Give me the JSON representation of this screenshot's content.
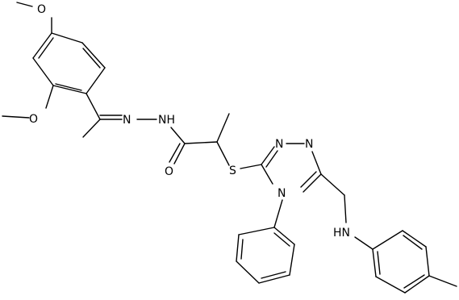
{
  "molecule": {
    "atom_labels": {
      "o_methoxy_top": "O",
      "o_methoxy_mid": "O",
      "n_hydrazone": "N",
      "nh_amide": "NH",
      "o_carbonyl": "O",
      "s_thioether": "S",
      "n_triazole_1": "N",
      "n_triazole_2": "N",
      "n_triazole_4": "N",
      "nh_aniline": "HN"
    }
  }
}
